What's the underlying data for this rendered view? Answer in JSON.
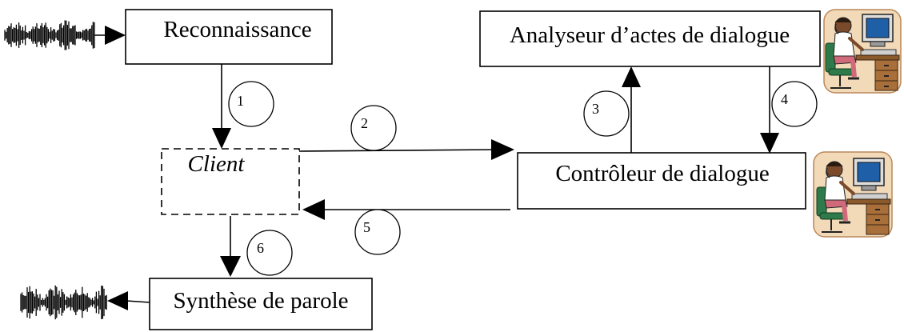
{
  "nodes": {
    "reconnaissance": "Reconnaissance",
    "analyseur": "Analyseur d’actes de dialogue",
    "client": "Client",
    "controleur": "Contrôleur de dialogue",
    "synthese": "Synthèse de parole"
  },
  "steps": [
    "1",
    "2",
    "3",
    "4",
    "5",
    "6"
  ],
  "icons": {
    "audio_in": "sound-waveform-icon",
    "audio_out": "sound-waveform-icon",
    "operator_top": "operator-at-computer-icon",
    "operator_bottom": "operator-at-computer-icon"
  }
}
